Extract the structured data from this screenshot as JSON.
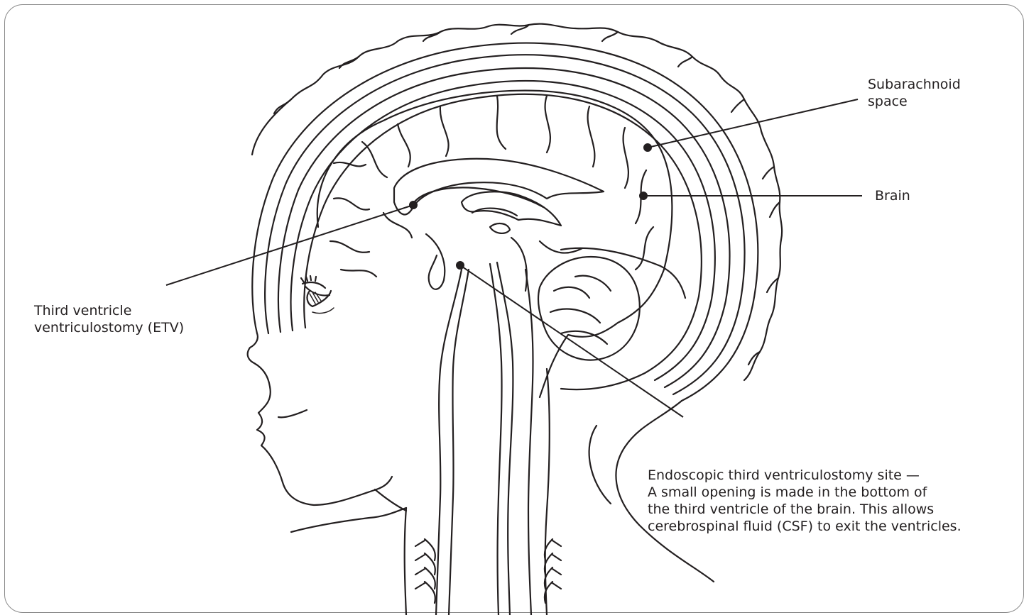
{
  "diagram": {
    "labels": {
      "subarachnoid": [
        "Subarachnoid",
        "space"
      ],
      "brain": "Brain",
      "third_ventricle": [
        "Third ventricle",
        "ventriculostomy (ETV)"
      ],
      "etv_site": [
        "Endoscopic third ventriculostomy site —",
        "A small opening is made in the bottom of",
        "the third ventricle of the brain. This allows",
        "cerebrospinal fluid (CSF) to exit the ventricles."
      ]
    },
    "colors": {
      "line": "#231f20",
      "frame": "#8a8a8a",
      "background": "#ffffff"
    }
  }
}
